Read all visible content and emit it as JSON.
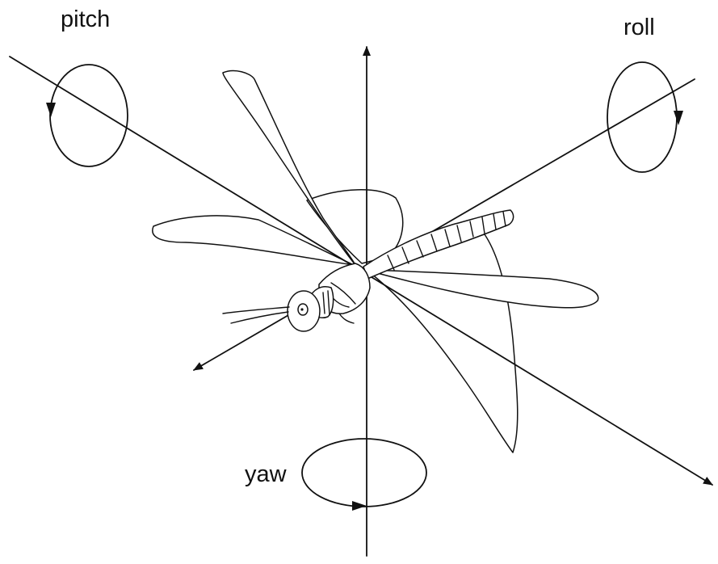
{
  "labels": {
    "pitch": "pitch",
    "roll": "roll",
    "yaw": "yaw"
  },
  "colors": {
    "line": "#111111",
    "background": "#ffffff"
  }
}
